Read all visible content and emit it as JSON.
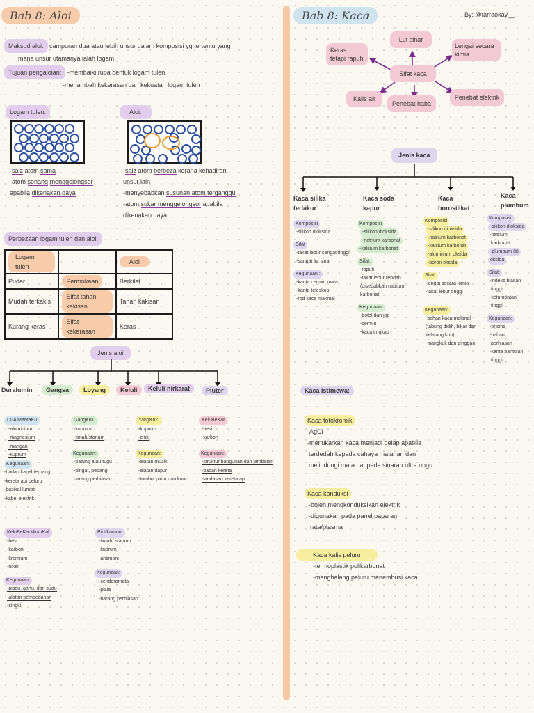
{
  "left": {
    "title": "Bab 8: Aloi",
    "maksud_label": "Maksud aloi:",
    "maksud_text1": " campuran dua atau lebih unsur dalam komposisi yg tertentu yang",
    "maksud_text2": "mana unsur utamanya ialah logam",
    "tujuan_label": "Tujuan pengaloian:",
    "tujuan_text1": " -membaiki rupa bentuk logam tulen",
    "tujuan_text2": "-menambah kekerasan dan kekuatan logam tulen",
    "logam_tulen_label": "Logam tulen:",
    "aloi_label": "Aloi:",
    "lt_lines": [
      [
        "-",
        "saiz",
        " atom ",
        "sama",
        ""
      ],
      [
        "-atom ",
        "senang",
        " ",
        "menggelongsor",
        ""
      ],
      [
        "apabila ",
        "dikenakan daya",
        "",
        "",
        ""
      ]
    ],
    "lt_line1_a": "-",
    "lt_line1_b": "saiz",
    "lt_line1_c": " atom ",
    "lt_line1_d": "sama",
    "lt_line2_a": "-atom ",
    "lt_line2_b": "senang",
    "lt_line2_c": " ",
    "lt_line2_d": "menggelongsor",
    "lt_line3_a": "apabila ",
    "lt_line3_b": "dikenakan daya",
    "al_line1_a": "-",
    "al_line1_b": "saiz",
    "al_line1_c": " atom ",
    "al_line1_d": "berbeza",
    "al_line1_e": " kerana kehadiran",
    "al_line2": "unsur lain",
    "al_line3_a": "-menyebabkan ",
    "al_line3_b": "susunan atom terganggu",
    "al_line4_a": "-atom ",
    "al_line4_b": "sukar menggelongsor",
    "al_line4_c": " apabila",
    "al_line5": "dikenakan daya",
    "perbezaan_label": "Perbezaan logam tulen dan aloi:",
    "table": {
      "h_left": "Logam tulen",
      "h_right": "Aloi",
      "rows": [
        {
          "left": "Pudar",
          "mid": "Permukaan",
          "right": "Berkilat"
        },
        {
          "left": "Mudah terkakis",
          "mid": "Sifat tahan kakisan",
          "right": "Tahan kakisan"
        },
        {
          "left": "Kurang keras",
          "mid": "Sifat kekerasan",
          "right": "Keras"
        }
      ]
    },
    "jenis_aloi": "Jenis aloi",
    "types": [
      "Duralumin",
      "Gangsa",
      "Loyang",
      "Keluli",
      "Keluli nirkarat",
      "Piuter"
    ],
    "duralumin": {
      "code": "DuAlMaMaKu",
      "items": [
        "-aluminium",
        "-magnesium",
        "-mangan",
        "-kuprum"
      ],
      "keg_label": "Kegunaan:",
      "uses": [
        "-badan kapal terbang",
        "-kereta api peluru",
        "-basikal lumba",
        "-kabel elektrik"
      ]
    },
    "gangsa": {
      "code": "GangKuTi",
      "items": [
        "-kuprum",
        "-timah/stanum"
      ],
      "keg_label": "Kegunaan:",
      "uses": [
        "-patung atau tugu",
        "-pingat, pedang,",
        "barang perhiasan"
      ]
    },
    "loyang": {
      "code": "YangKuZi",
      "items": [
        "-kuprum",
        "-zink"
      ],
      "keg_label": "Kegunaan:",
      "uses": [
        "-alatan muzik",
        "-alatan dapur",
        "-tombol pintu dan kunci"
      ]
    },
    "keluli": {
      "code": "KeluBeKar",
      "items": [
        "-besi",
        "-karbon"
      ],
      "keg_label": "Kegunaan:",
      "uses": [
        "-struktur bangunan dan jambatan",
        "-badan kereta",
        "-landasan kereta api"
      ]
    },
    "nirkarat": {
      "code": "KeluBeKarMiumKal",
      "items": [
        "-besi",
        "-karbon",
        "-kromium",
        "-nikel"
      ],
      "keg_label": "Kegunaan:",
      "uses": [
        "-pisau, garfu, dan sudu",
        "-alatan pembedahan",
        "-singki"
      ]
    },
    "piuter": {
      "code": "Piutikumoni",
      "items": [
        "-timah/ stanum",
        "-kuprum",
        "-antimoni"
      ],
      "keg_label": "Kegunaan:",
      "uses": [
        "-cenderamata",
        "-piala",
        "-barang perhiasan"
      ]
    }
  },
  "right": {
    "title": "Bab 8: Kaca",
    "byline": "By: @farraokay__",
    "center": "Sifat kaca",
    "props": [
      "Lut sinar",
      "Lengai secara kimia",
      "Keras tetapi rapuh",
      "Kalis air",
      "Penebat haba",
      "Penebat elektrik"
    ],
    "jenis_kaca": "Jenis kaca",
    "types": [
      {
        "name": "Kaca silika terlakur",
        "komposisi_label": "Komposisi",
        "komposisi": [
          "-silikon dioksida"
        ],
        "sifat_label": "Sifat",
        "sifat": [
          "-takat lebur sangat tinggi",
          "-sangat lut sinar"
        ],
        "keg_label": "Kegunaan :",
        "uses": [
          "-kanta cermin mata",
          "-kanta teleskop",
          "-rod kaca makmal"
        ]
      },
      {
        "name": "Kaca soda kapur",
        "komposisi_label": "Komposisi",
        "komposisi": [
          "-silikon dioksida",
          "-natrium karbonat",
          "-kalsium karbonat"
        ],
        "sifat_label": "Sifat:",
        "sifat": [
          "-rapuh",
          "-takat lebur rendah",
          "(disebabkan natrium",
          "karbonat)"
        ],
        "keg_label": "Kegunaan:",
        "uses": [
          "-botol dan jag",
          "-cermin",
          "-kaca tingkap"
        ]
      },
      {
        "name": "Kaca borosilikat",
        "komposisi_label": "Komposisi",
        "komposisi": [
          "-silikon dioksida",
          "-natrium karbonat",
          "-kalsium karbonat",
          "-aluminium oksida",
          "-boron oksida"
        ],
        "sifat_label": "Sifat:",
        "sifat": [
          "-lengai secara kimia",
          "-takat lebur tinggi"
        ],
        "keg_label": "Kegunaan:",
        "uses": [
          "-bahan kaca makmal",
          "(tabung didih, bikar dan",
          "kelalang kon)",
          "-mangkuk dan pinggan"
        ]
      },
      {
        "name": "Kaca plumbum",
        "komposisi_label": "Komposisi:",
        "komposisi": [
          "-silikon dioksida",
          "-natrium",
          "karbonat",
          "-plumbum (ii)",
          "oksida"
        ],
        "sifat_label": "Sifat:",
        "sifat": [
          "-indeks biasan",
          "tinggi",
          "-ketumpatan",
          "tinggi"
        ],
        "keg_label": "Kegunaan:",
        "uses": [
          "-prisma",
          "-bahan",
          "perhiasan",
          "-kanta pantulan",
          "tinggi"
        ]
      }
    ],
    "istimewa_label": "Kaca istimewa:",
    "foto": {
      "title": "Kaca fotokromik",
      "lines": [
        "-AgCl",
        "-menukarkan kaca menjadi gelap apabila",
        "terdedah kepada cahaya matahari dan",
        "melindungi mata daripada sinaran ultra ungu"
      ]
    },
    "konduksi": {
      "title": "Kaca konduksi",
      "lines": [
        "-boleh mengkonduksikan elektrik",
        "-digunakan pada panel paparan",
        "rata/plasma"
      ]
    },
    "peluru": {
      "title": "Kaca kalis peluru",
      "lines": [
        "-termoplastik polikarbonat",
        "-menghalang peluru menembusi kaca"
      ]
    }
  }
}
